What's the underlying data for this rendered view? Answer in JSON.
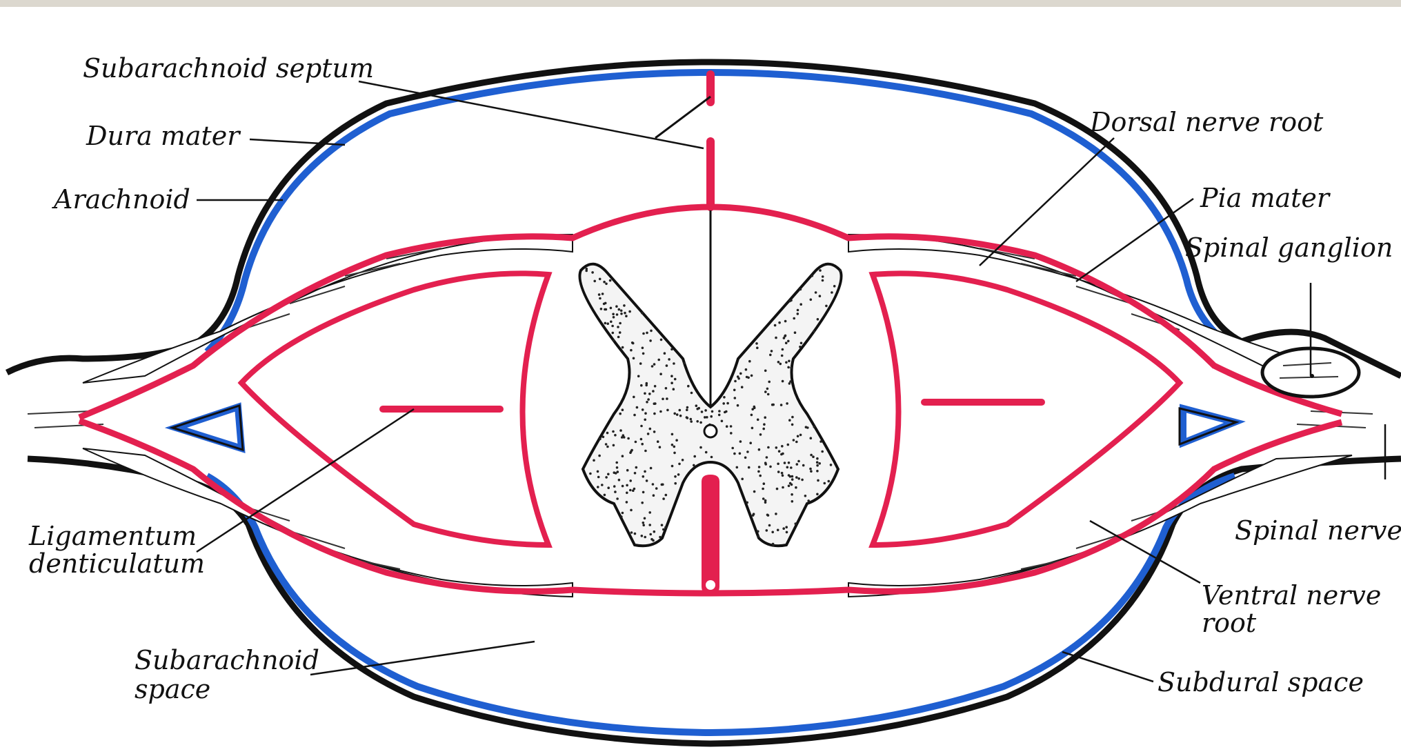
{
  "colors": {
    "dura": "#111111",
    "arachnoid": "#1f5fd1",
    "pia": "#e3204f",
    "tissue": "#ffffff",
    "grey_matter": "#f4f4f4"
  },
  "labels": {
    "subarachnoid_septum": "Subarachnoid septum",
    "dura_mater": "Dura mater",
    "arachnoid": "Arachnoid",
    "dorsal_nerve_root": "Dorsal nerve root",
    "pia_mater": "Pia mater",
    "spinal_ganglion": "Spinal ganglion",
    "ligamentum_1": "Ligamentum",
    "ligamentum_2": "denticulatum",
    "spinal_nerve": "Spinal nerve",
    "ventral_nerve_root_1": "Ventral nerve",
    "ventral_nerve_root_2": "root",
    "subarachnoid_space_1": "Subarachnoid",
    "subarachnoid_space_2": "space",
    "subdural_space": "Subdural space"
  }
}
